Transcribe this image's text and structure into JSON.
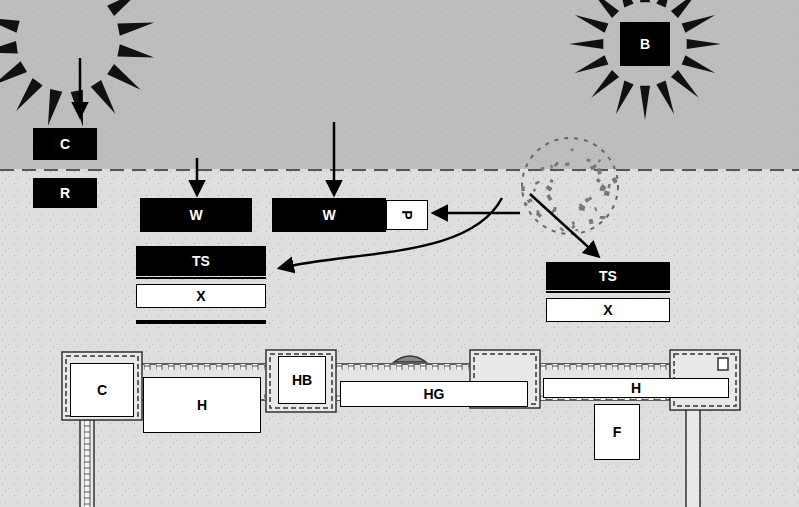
{
  "diagram": {
    "nodes": [
      {
        "text": [
          "B"
        ]
      },
      {
        "text": [
          "C"
        ]
      },
      {
        "text": [
          "R"
        ]
      },
      {
        "text": [
          "W"
        ]
      },
      {
        "text": [
          "W"
        ]
      },
      {
        "text": [
          "P"
        ]
      },
      {
        "text": [
          "TS"
        ]
      },
      {
        "text": [
          "X"
        ]
      },
      {
        "text": [
          "TS"
        ]
      },
      {
        "text": [
          "X"
        ]
      },
      {
        "text": [
          "C"
        ]
      },
      {
        "text": [
          "H"
        ]
      },
      {
        "text": [
          "HB"
        ]
      },
      {
        "text": [
          "HG"
        ]
      },
      {
        "text": [
          "H"
        ]
      },
      {
        "text": [
          "F"
        ]
      }
    ]
  }
}
